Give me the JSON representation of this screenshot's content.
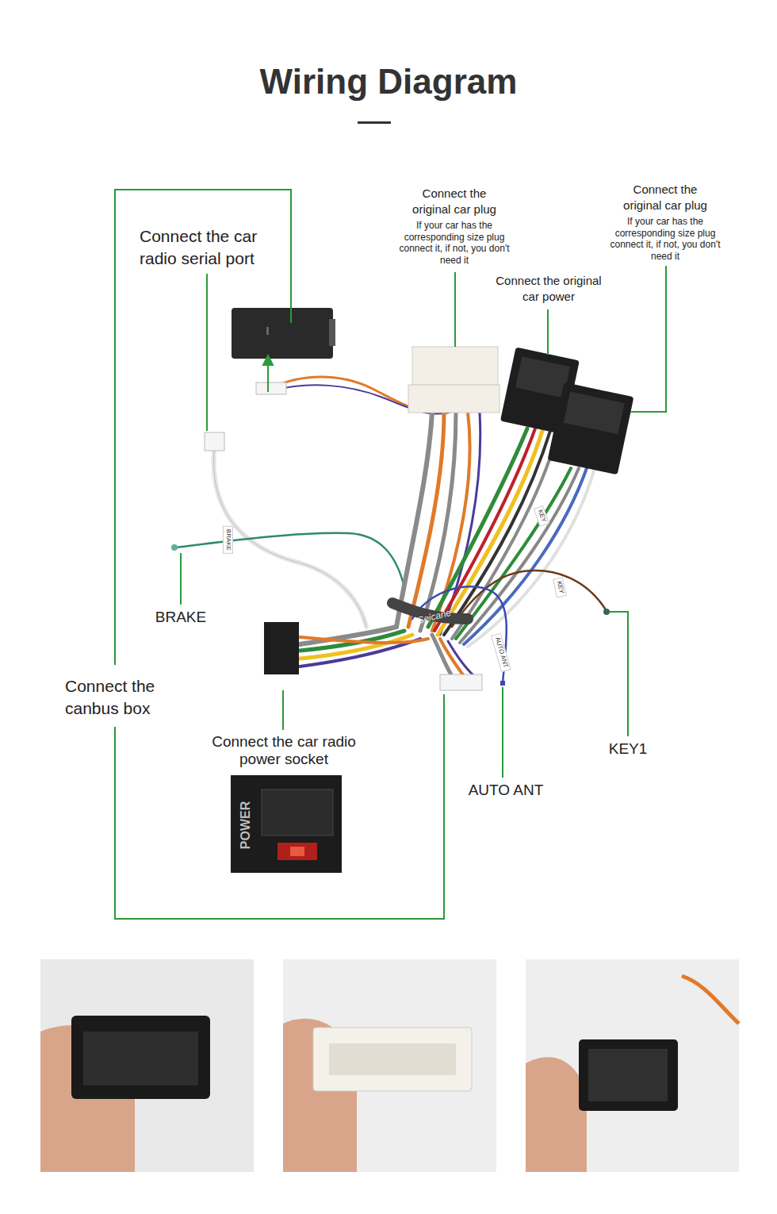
{
  "diagram": {
    "title": "Wiring Diagram",
    "labels": [
      "Connect the car radio  serial port",
      "Connect the original car plug",
      "If your car has the corresponding size plug connect it, if not, you don't need it",
      "Connect the original car plug",
      "If your car has the corresponding size plug connect it, if not, you don't need it",
      "Connect the original car power",
      "BRAKE",
      "Connect the canbus box",
      "Connect the car radio power socket",
      "AUTO ANT",
      "KEY1",
      "POWER",
      "Seicane",
      "BRAKE",
      "KEY",
      "KEY",
      "AUTO ANT"
    ]
  }
}
